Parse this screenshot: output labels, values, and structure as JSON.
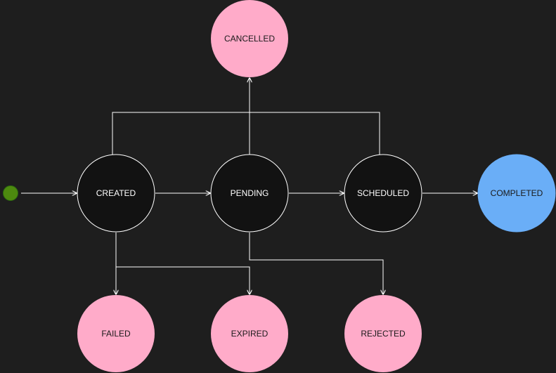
{
  "colors": {
    "background": "#1e1e1e",
    "edge": "#ffffff",
    "start_fill": "#4d8a0f",
    "start_stroke": "#2d6a0f",
    "dark_fill": "#121212",
    "dark_stroke": "#ffffff",
    "dark_text": "#ffffff",
    "terminal_fill": "#ffabc9",
    "terminal_text": "#1a1a1a",
    "success_fill": "#6aaef7",
    "success_stroke": "#6aaef7",
    "success_text": "#1a1a1a"
  },
  "diagram": {
    "start_state": {
      "icon": "initial-state-dot"
    },
    "states": {
      "created": "CREATED",
      "pending": "PENDING",
      "scheduled": "SCHEDULED",
      "completed": "COMPLETED",
      "cancelled": "CANCELLED",
      "failed": "FAILED",
      "expired": "EXPIRED",
      "rejected": "REJECTED"
    },
    "transitions": [
      {
        "from": "start",
        "to": "CREATED"
      },
      {
        "from": "CREATED",
        "to": "PENDING"
      },
      {
        "from": "PENDING",
        "to": "SCHEDULED"
      },
      {
        "from": "SCHEDULED",
        "to": "COMPLETED"
      },
      {
        "from": "CREATED",
        "to": "CANCELLED"
      },
      {
        "from": "PENDING",
        "to": "CANCELLED"
      },
      {
        "from": "SCHEDULED",
        "to": "CANCELLED"
      },
      {
        "from": "CREATED",
        "to": "FAILED"
      },
      {
        "from": "CREATED",
        "to": "EXPIRED"
      },
      {
        "from": "PENDING",
        "to": "REJECTED"
      }
    ]
  }
}
